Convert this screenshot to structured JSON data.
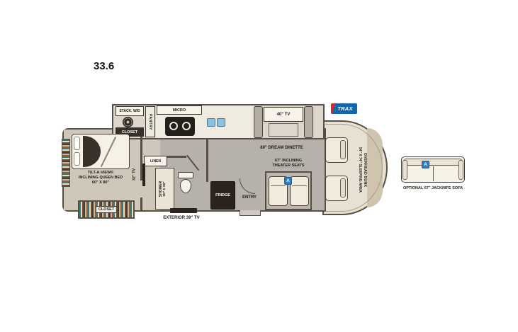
{
  "page": {
    "title": "33.6"
  },
  "logo": {
    "text": "TRAX"
  },
  "kitchen": {
    "stack_wd_label": "STACK. W/D",
    "closet_label": "CLOSET",
    "pantry_label": "PANTRY",
    "micro_label": "MICRO",
    "fridge_label": "FRIDGE",
    "entry_label": "ENTRY"
  },
  "dinette": {
    "tv_label": "40\" TV",
    "label": "80\" DREAM DINETTE"
  },
  "living": {
    "theater_label_line1": "67\" INCLINING",
    "theater_label_line2": "THEATER SEATS",
    "theater_badge": "A"
  },
  "cab": {
    "bunk_label_line1": "OVERHEAD BUNK",
    "bunk_label_line2": "54\" X 74\" SLEEPING AREA"
  },
  "bath": {
    "linen_label": "LINEN",
    "shower_label_line1": "SHOWER",
    "shower_label_line2": "30\" X 36\""
  },
  "bedroom": {
    "tv_label": "32\" TV",
    "bed_label_line1": "TILT-A-VIEW®",
    "bed_label_line2": "INCLINING QUEEN BED",
    "bed_label_line3": "60\" X 80\"",
    "closet_label": "CLOSET"
  },
  "exterior": {
    "tv_label": "EXTERIOR 39\" TV"
  },
  "optional_sofa": {
    "label": "OPTIONAL 67\" JACKNIFE SOFA",
    "badge": "A"
  },
  "colors": {
    "wall": "#574f46",
    "floor_main": "#b6b1aa",
    "floor_bedroom": "#cfc8ba",
    "floor_cab": "#e7e1d4",
    "accent_blue": "#2f7dc1",
    "logo_blue": "#1166ae",
    "logo_red": "#d22b2b",
    "fridge_dark": "#2b241e",
    "sink_blue": "#8fc1de",
    "closet_teal": "#2e7f7b",
    "closet_brown": "#7a4a2a",
    "closet_cream": "#e6ddcb"
  }
}
